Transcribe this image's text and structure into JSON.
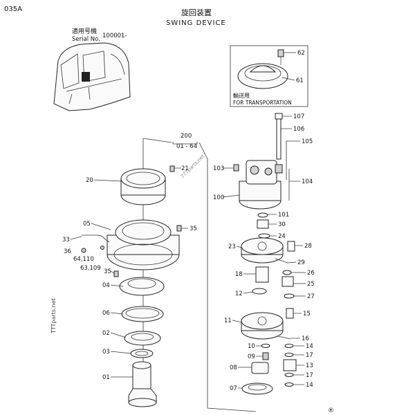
{
  "header": {
    "page_code": "035A",
    "title_jp": "旋回装置",
    "title_en": "SWING DEVICE",
    "serial_jp": "適用号機",
    "serial_en": "Serial No.",
    "serial_value": "100001-"
  },
  "transport_box": {
    "label_jp": "輸送用",
    "label_en": "FOR TRANSPORTATION"
  },
  "assembly": {
    "number": "200",
    "range": "01 - 64"
  },
  "watermark": "777parts.net",
  "vertical_code": "TTTparts.net",
  "mark": "®",
  "part_labels": {
    "p62": "62",
    "p61": "61",
    "p107": "107",
    "p106": "106",
    "p105": "105",
    "p104": "104",
    "p103": "103",
    "p100": "100",
    "p101": "101",
    "p30": "30",
    "p24": "24",
    "p23": "23",
    "p28": "28",
    "p29": "29",
    "p18": "18",
    "p26": "26",
    "p25": "25",
    "p12": "12",
    "p27": "27",
    "p15": "15",
    "p11": "11",
    "p16": "16",
    "p10": "10",
    "p14a": "14",
    "p09": "09",
    "p17a": "17",
    "p08": "08",
    "p13": "13",
    "p17b": "17",
    "p14b": "14",
    "p07": "07",
    "p21": "21",
    "p20": "20",
    "p05": "05",
    "p35a": "35",
    "p33": "33",
    "p36": "36",
    "p64": "64,110",
    "p63": "63,109",
    "p35b": "35",
    "p04": "04",
    "p06": "06",
    "p02": "02",
    "p03": "03",
    "p01": "01"
  }
}
